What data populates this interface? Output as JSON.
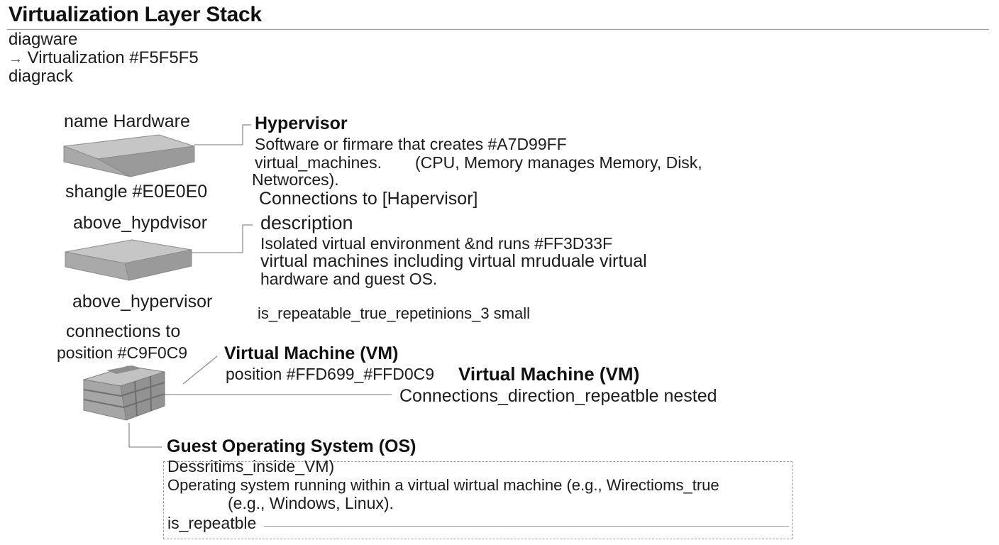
{
  "title": "Virtualization Layer Stack",
  "meta": {
    "line1": "diagware",
    "line2_arrow": "→",
    "line2_text": "Virtualization #F5F5F5",
    "line3": "diagrack"
  },
  "hardware": {
    "label_top": "name Hardware",
    "label_bottom": "shangle  #E0E0E0"
  },
  "hypervisor": {
    "heading": "Hypervisor",
    "line1": "Software or firmare that creates #A7D99FF",
    "line2a": "virtual_machines.",
    "line2b": "(CPU, Memory manages Memory, Disk,",
    "line3": "Networces).",
    "line4": "Connections to  [Hapervisor]"
  },
  "vm_layer": {
    "label_top": "above_hypdvisor",
    "label_bottom": "above_hypervisor",
    "heading": "description",
    "line1": "Isolated virtual environment &nd runs  #FF3D33F",
    "line2": "virtual machines including virtual mruduale virtual",
    "line3": "hardware and guest OS.",
    "note": "is_repeatable_true_repetinions_3 small"
  },
  "vm_stack": {
    "label_top": "connections to",
    "label_bottom": "position #C9F0C9",
    "heading": "Virtual Machine (VM)",
    "position": "position #FFD699_#FFD0C9",
    "heading2": "Virtual Machine (VM)",
    "connections": "Connections_direction_repeatble nested"
  },
  "guest_os": {
    "heading": "Guest Operating System (OS)",
    "line1": "Dessritims_inside_VM)",
    "line2": "Operating system running within a virtual wirtual machine (e.g., Wirectioms_true",
    "line3": "(e.g., Windows, Linux).",
    "line4": "is_repeatble"
  },
  "colors": {
    "slab_top": "#c4c4c4",
    "slab_front": "#a6a6a6",
    "slab_side": "#8d8d8d",
    "connector": "#8f8f8f"
  }
}
